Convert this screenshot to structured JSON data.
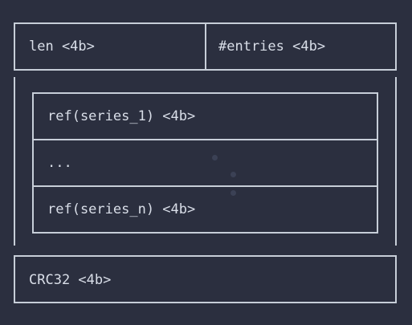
{
  "diagram": {
    "header": {
      "len_label": "len <4b>",
      "entries_label": "#entries <4b>"
    },
    "series_list": {
      "first_ref": "ref(series_1) <4b>",
      "ellipsis": "...",
      "last_ref": "ref(series_n) <4b>"
    },
    "footer": {
      "crc_label": "CRC32 <4b>"
    }
  },
  "colors": {
    "background": "#2b2f3f",
    "border": "#c7ced8",
    "text": "#d9dee8"
  }
}
